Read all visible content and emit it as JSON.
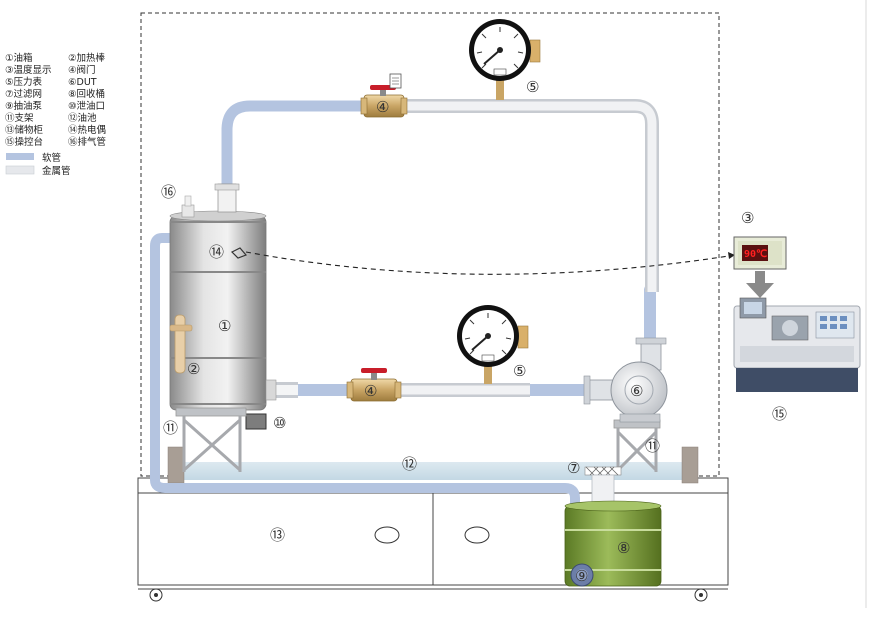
{
  "legend": {
    "items": [
      [
        "①油箱",
        "②加热棒"
      ],
      [
        "③温度显示",
        "④阀门"
      ],
      [
        "⑤压力表",
        "⑥DUT"
      ],
      [
        "⑦过滤网",
        "⑧回收桶"
      ],
      [
        "⑨抽油泵",
        "⑩泄油口"
      ],
      [
        "⑪支架",
        "⑫油池"
      ],
      [
        "⑬储物柜",
        "⑭热电偶"
      ],
      [
        "⑮操控台",
        "⑯排气管"
      ]
    ],
    "hose_label": "软管",
    "metal_label": "金属管"
  },
  "temperature_display": "90℃",
  "labels": {
    "tank": "①",
    "heater": "②",
    "temp_display": "③",
    "valve_top": "④",
    "valve_bottom": "④",
    "gauge_top": "⑤",
    "gauge_bottom": "⑤",
    "dut": "⑥",
    "filter": "⑦",
    "bucket": "⑧",
    "pump": "⑨",
    "drain": "⑩",
    "stand_left": "⑪",
    "stand_right": "⑪",
    "oil_pool": "⑫",
    "cabinet": "⑬",
    "thermocouple": "⑭",
    "console": "⑮",
    "vent": "⑯"
  },
  "colors": {
    "hose": "#b4c4e0",
    "metal": "#e6e8ec",
    "bucket": "#7a9a3a",
    "display_bg": "#5a1010"
  }
}
